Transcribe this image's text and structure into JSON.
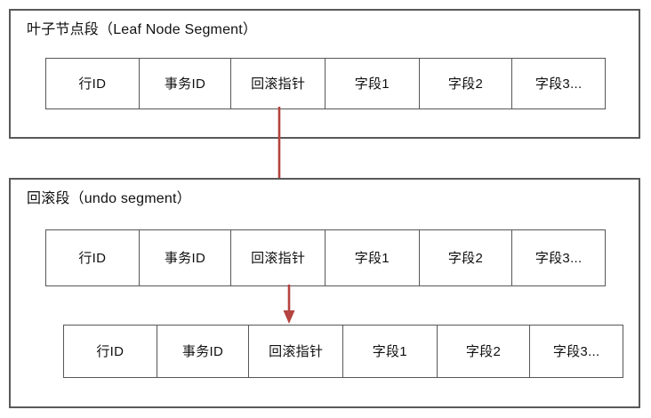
{
  "diagram": {
    "title_hidden": "",
    "accent_color": "#b5433f",
    "border_color": "#595959",
    "background_color": "#ffffff",
    "columns": [
      "行ID",
      "事务ID",
      "回滚指针",
      "字段1",
      "字段2",
      "字段3..."
    ],
    "segments": [
      {
        "id": "leaf-node-segment",
        "label": "叶子节点段（Leaf Node Segment）",
        "rows": [
          {
            "id": "leaf-record-row",
            "cells": [
              "行ID",
              "事务ID",
              "回滚指针",
              "字段1",
              "字段2",
              "字段3..."
            ]
          }
        ]
      },
      {
        "id": "undo-segment",
        "label": "回滚段（undo segment）",
        "rows": [
          {
            "id": "undo-record-row-1",
            "cells": [
              "行ID",
              "事务ID",
              "回滚指针",
              "字段1",
              "字段2",
              "字段3..."
            ]
          },
          {
            "id": "undo-record-row-2",
            "cells": [
              "行ID",
              "事务ID",
              "回滚指针",
              "字段1",
              "字段2",
              "字段3..."
            ]
          }
        ]
      }
    ],
    "arrows": [
      {
        "id": "arrow-leaf-to-undo",
        "from": "leaf-record-row.回滚指针",
        "to": "undo-record-row-1.回滚指针",
        "color": "#b5433f"
      },
      {
        "id": "arrow-undo-to-undo2",
        "from": "undo-record-row-1.回滚指针",
        "to": "undo-record-row-2.回滚指针",
        "color": "#b5433f"
      }
    ]
  }
}
